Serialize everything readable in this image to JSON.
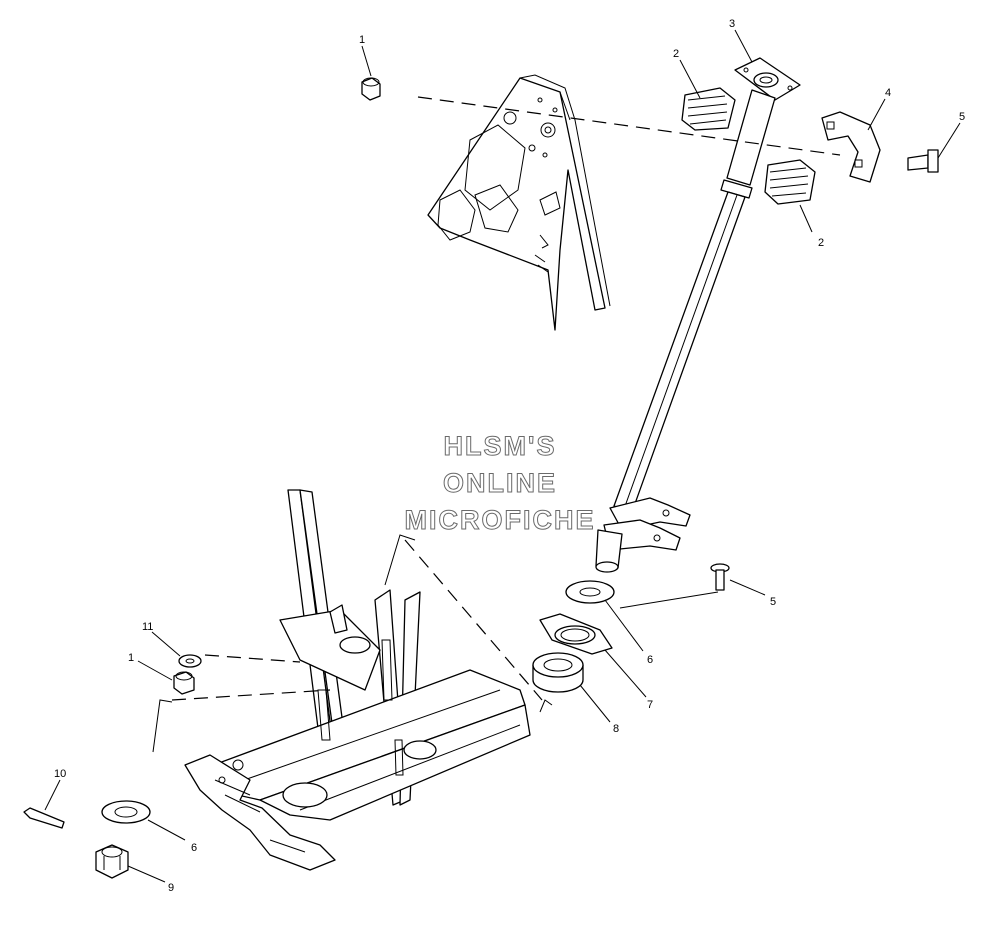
{
  "watermark": {
    "line1": "HLSM'S",
    "line2": "ONLINE",
    "line3": "MICROFICHE"
  },
  "callouts": {
    "c1_top": "1",
    "c2_top": "2",
    "c3": "3",
    "c4": "4",
    "c5_top": "5",
    "c2_bottom": "2",
    "c11": "11",
    "c1_bottom": "1",
    "c5_mid": "5",
    "c6_right": "6",
    "c7": "7",
    "c8": "8",
    "c10": "10",
    "c6_left": "6",
    "c9": "9"
  }
}
